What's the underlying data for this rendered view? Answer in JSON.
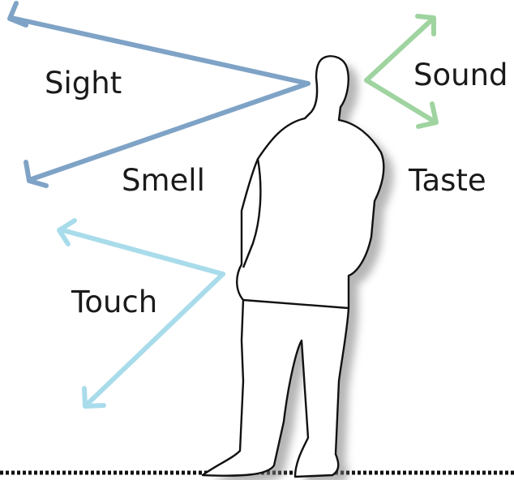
{
  "labels": {
    "sight": "Sight",
    "smell": "Smell",
    "sound": "Sound",
    "taste": "Taste",
    "touch": "Touch"
  },
  "colors": {
    "sight_smell": "#7fa3c6",
    "sound_taste": "#9fd4a0",
    "touch": "#a9dceb",
    "outline": "#111111"
  },
  "icons": {
    "person": "person-silhouette-icon",
    "ground": "dotted-ground-line"
  }
}
